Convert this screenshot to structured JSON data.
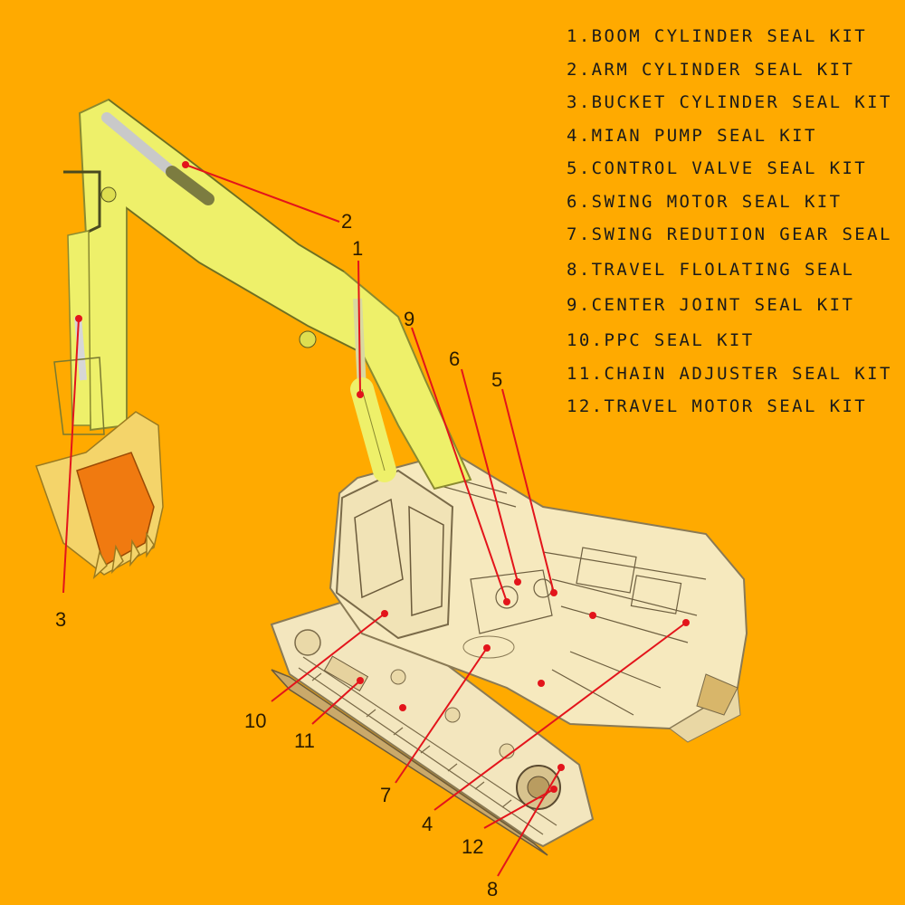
{
  "diagram": {
    "icon": "excavator-cutaway-icon",
    "colors": {
      "background": "#FFAA00",
      "leader_line": "#E3141B",
      "machine_body": "#F6E9BE",
      "boom": "#EEF06A",
      "bucket": "#F07A10"
    }
  },
  "legend": [
    "1.BOOM CYLINDER SEAL KIT",
    "2.ARM CYLINDER SEAL KIT",
    "3.BUCKET CYLINDER SEAL KIT",
    "4.MIAN PUMP SEAL KIT",
    "5.CONTROL VALVE SEAL KIT",
    "6.SWING MOTOR SEAL KIT",
    "7.SWING REDUTION GEAR SEAL",
    "8.TRAVEL FLOLATING SEAL",
    "9.CENTER JOINT SEAL KIT",
    "10.PPC SEAL KIT",
    "11.CHAIN ADJUSTER SEAL KIT",
    "12.TRAVEL MOTOR SEAL KIT"
  ],
  "callouts": [
    "1",
    "2",
    "3",
    "4",
    "5",
    "6",
    "7",
    "8",
    "9",
    "10",
    "11",
    "12"
  ]
}
